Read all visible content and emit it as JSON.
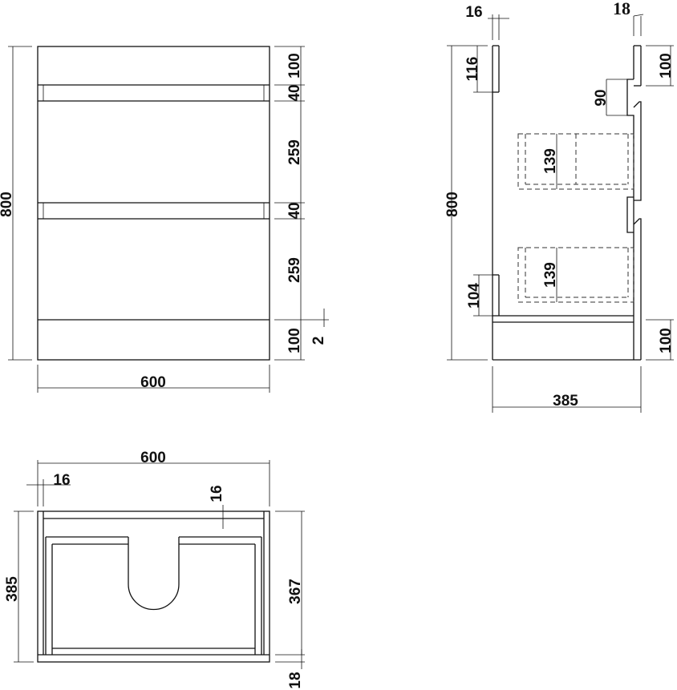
{
  "front_view": {
    "height": "800",
    "width": "600",
    "right_dims": [
      "100",
      "40",
      "259",
      "40",
      "259",
      "100"
    ],
    "gap": "2"
  },
  "side_view": {
    "height": "800",
    "depth": "385",
    "top_left": "16",
    "top_right": "18",
    "upper_stub": "116",
    "lower_stub": "104",
    "handle": "90",
    "drawer_upper": "139",
    "drawer_lower": "139",
    "top_rail": "100",
    "plinth": "100"
  },
  "top_view": {
    "width": "600",
    "depth": "385",
    "inner_depth": "367",
    "side_panel": "16",
    "back_panel": "16",
    "front_panel": "18"
  }
}
